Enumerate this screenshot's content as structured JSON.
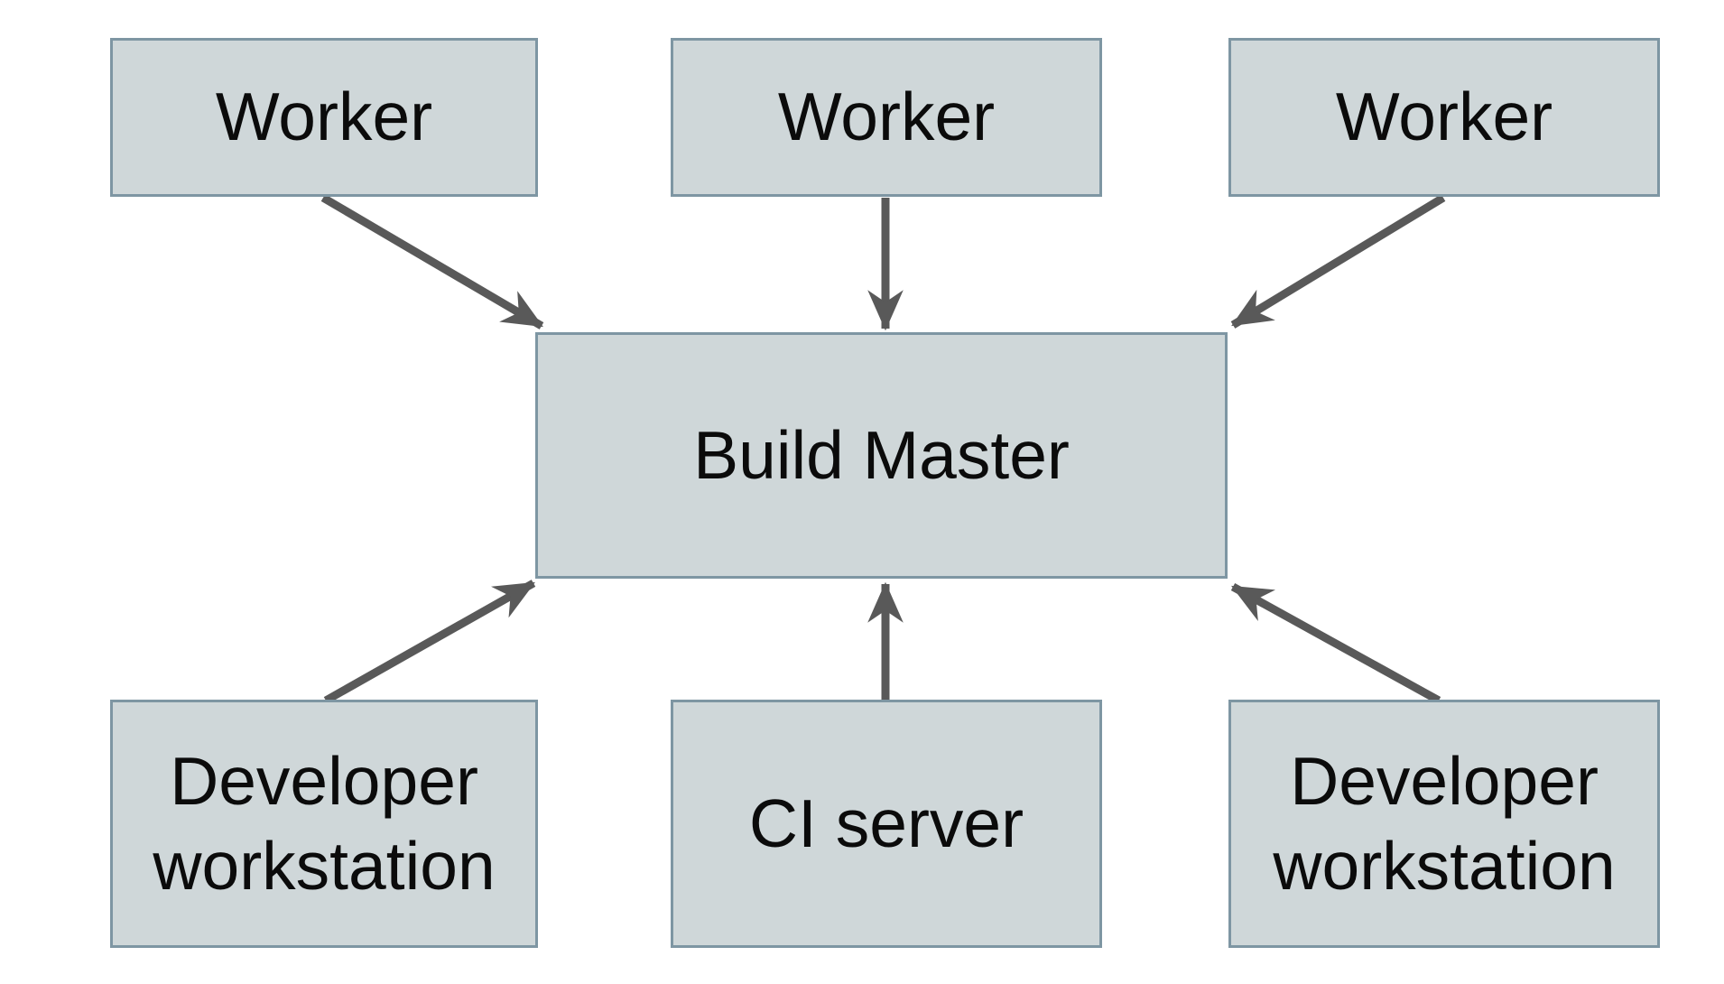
{
  "diagram": {
    "type": "architecture-diagram",
    "nodes": {
      "worker1": {
        "label": "Worker"
      },
      "worker2": {
        "label": "Worker"
      },
      "worker3": {
        "label": "Worker"
      },
      "build_master": {
        "label": "Build Master"
      },
      "dev_left": {
        "label": "Developer workstation"
      },
      "ci_server": {
        "label": "CI server"
      },
      "dev_right": {
        "label": "Developer workstation"
      }
    },
    "edges": [
      {
        "from": "worker1",
        "to": "build_master",
        "direction": "into-top-left"
      },
      {
        "from": "worker2",
        "to": "build_master",
        "direction": "into-top-center"
      },
      {
        "from": "worker3",
        "to": "build_master",
        "direction": "into-top-right"
      },
      {
        "from": "dev_left",
        "to": "build_master",
        "direction": "into-bottom-left"
      },
      {
        "from": "ci_server",
        "to": "build_master",
        "direction": "into-bottom-center"
      },
      {
        "from": "dev_right",
        "to": "build_master",
        "direction": "into-bottom-right"
      }
    ],
    "colors": {
      "node_fill": "#cfd7d9",
      "node_border": "#7e96a3",
      "arrow": "#595959",
      "text": "#0b0b0b",
      "background": "#ffffff"
    }
  }
}
